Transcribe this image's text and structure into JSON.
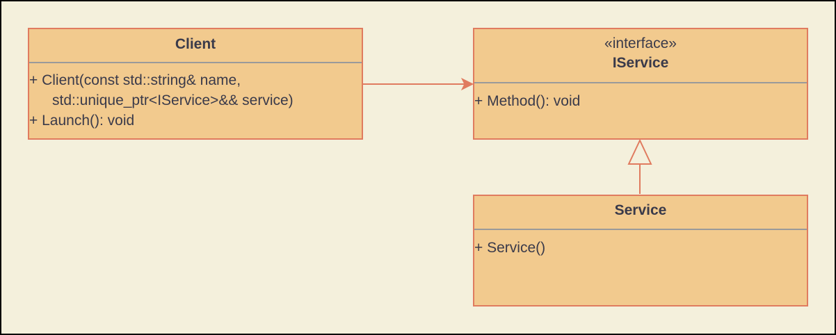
{
  "colors": {
    "background": "#F4F0DC",
    "class_fill": "#F2CA8E",
    "class_border": "#E07B5F",
    "divider": "#9A9A9A",
    "text": "#3A3A4A",
    "connector": "#E07B5F"
  },
  "classes": {
    "client": {
      "name": "Client",
      "members": [
        "+ Client(const std::string& name,",
        "std::unique_ptr<IService>&& service)",
        "+ Launch(): void"
      ]
    },
    "iservice": {
      "stereotype": "«interface»",
      "name": "IService",
      "members": [
        "+ Method(): void"
      ]
    },
    "service": {
      "name": "Service",
      "members": [
        "+ Service()"
      ]
    }
  },
  "relations": [
    {
      "type": "association",
      "from": "Client",
      "to": "IService"
    },
    {
      "type": "realization",
      "from": "Service",
      "to": "IService"
    }
  ]
}
